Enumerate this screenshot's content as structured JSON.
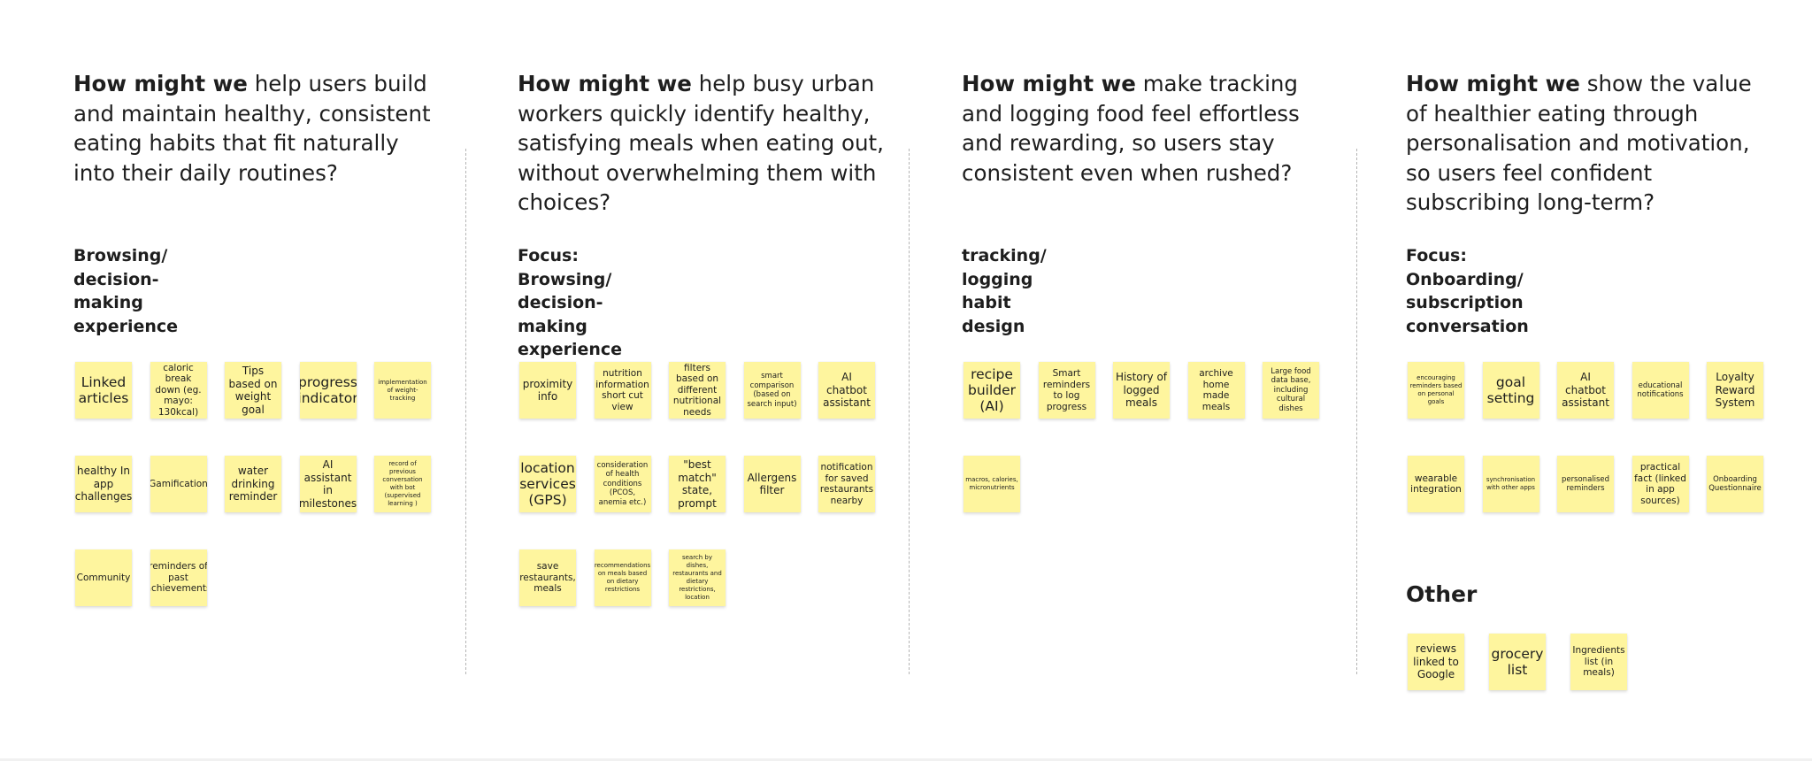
{
  "board": {
    "columns": [
      {
        "hmw_lead": "How might we",
        "hmw_rest": " help users build and maintain healthy, consistent eating habits that fit naturally into their daily routines?",
        "focus": "Browsing/ decision-\nmaking experience",
        "notes": [
          {
            "text": "Linked articles",
            "size": "xl"
          },
          {
            "text": "caloric break down (eg. mayo: 130kcal)",
            "size": "m"
          },
          {
            "text": "Tips based on weight goal",
            "size": "l"
          },
          {
            "text": "progress indicator",
            "size": "xl"
          },
          {
            "text": "implementation of weight-tracking",
            "size": "xs"
          },
          {
            "text": "healthy In app challenges",
            "size": "l"
          },
          {
            "text": "Gamification",
            "size": "m"
          },
          {
            "text": "water drinking reminder",
            "size": "l"
          },
          {
            "text": "AI assistant in milestones",
            "size": "l"
          },
          {
            "text": "record of previous conversation with bot (supervised learning )",
            "size": "xs"
          },
          {
            "text": "Community",
            "size": "m"
          },
          {
            "text": "reminders of past achievements",
            "size": "m"
          }
        ]
      },
      {
        "hmw_lead": "How might we",
        "hmw_rest": " help busy urban workers quickly identify healthy, satisfying meals when eating out, without overwhelming them with choices?",
        "focus": "Focus: Browsing/ decision-making\nexperience",
        "notes": [
          {
            "text": "proximity info",
            "size": "l"
          },
          {
            "text": "nutrition information short cut view",
            "size": "m"
          },
          {
            "text": "filters based on different nutritional needs",
            "size": "m"
          },
          {
            "text": "smart comparison (based on search input)",
            "size": "s"
          },
          {
            "text": "AI chatbot assistant",
            "size": "l"
          },
          {
            "text": "location services (GPS)",
            "size": "xl"
          },
          {
            "text": "consideration of health conditions (PCOS, anemia etc.)",
            "size": "s"
          },
          {
            "text": "\"best match\" state, prompt",
            "size": "l"
          },
          {
            "text": "Allergens filter",
            "size": "l"
          },
          {
            "text": "notification for  saved restaurants nearby",
            "size": "m"
          },
          {
            "text": "save restaurants, meals",
            "size": "m"
          },
          {
            "text": "recommendations on meals based on dietary restrictions",
            "size": "xs"
          },
          {
            "text": "search by dishes, restaurants and dietary restrictions, location",
            "size": "xs"
          }
        ]
      },
      {
        "hmw_lead": "How might we",
        "hmw_rest": " make tracking and logging food feel effortless and rewarding, so users stay consistent even when rushed?",
        "focus": "tracking/ logging habit\ndesign",
        "notes": [
          {
            "text": "recipe builder (AI)",
            "size": "xl"
          },
          {
            "text": "Smart reminders to log progress",
            "size": "m"
          },
          {
            "text": "History of logged meals",
            "size": "l"
          },
          {
            "text": "archive home made meals",
            "size": "m"
          },
          {
            "text": "Large food data base, including cultural dishes",
            "size": "s"
          },
          {
            "text": "macros, calories, micronutrients",
            "size": "xs"
          }
        ]
      },
      {
        "hmw_lead": "How might we",
        "hmw_rest": " show the value of healthier eating through personalisation and motivation, so users feel confident subscribing long-term?",
        "focus": "Focus: Onboarding/\nsubscription conversation",
        "notes": [
          {
            "text": "encouraging reminders based on personal goals",
            "size": "xs"
          },
          {
            "text": "goal setting",
            "size": "xl"
          },
          {
            "text": "AI chatbot assistant",
            "size": "l"
          },
          {
            "text": "educational notifications",
            "size": "s"
          },
          {
            "text": "Loyalty Reward System",
            "size": "l"
          },
          {
            "text": "wearable integration",
            "size": "m"
          },
          {
            "text": "synchronisation with other apps",
            "size": "xs"
          },
          {
            "text": "personalised reminders",
            "size": "s"
          },
          {
            "text": "practical fact (linked in app sources)",
            "size": "m"
          },
          {
            "text": "Onboarding Questionnaire",
            "size": "s"
          }
        ],
        "other_title": "Other",
        "other_notes": [
          {
            "text": "reviews linked to Google",
            "size": "l"
          },
          {
            "text": "grocery list",
            "size": "xl"
          },
          {
            "text": "Ingredients list (in meals)",
            "size": "m"
          }
        ]
      }
    ]
  }
}
